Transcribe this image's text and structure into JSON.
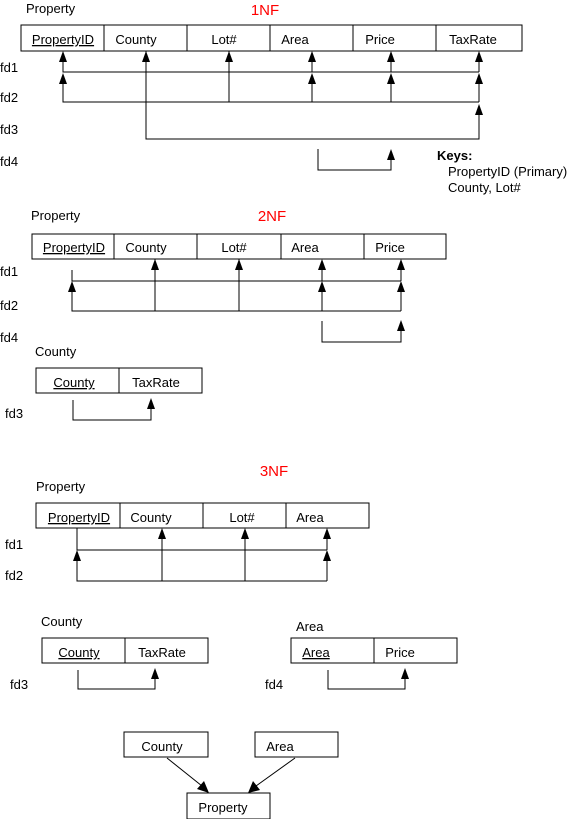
{
  "colors": {
    "normal_form_label": "#ff0000",
    "line": "#000000"
  },
  "nf1": {
    "title": "1NF",
    "table": {
      "name": "Property",
      "columns": [
        "PropertyID",
        "County",
        "Lot#",
        "Area",
        "Price",
        "TaxRate"
      ],
      "key_columns": [
        "PropertyID"
      ]
    },
    "fd_labels": [
      "fd1",
      "fd2",
      "fd3",
      "fd4"
    ],
    "keys": {
      "title": "Keys:",
      "lines": [
        "PropertyID  (Primary)",
        "County, Lot#"
      ]
    }
  },
  "nf2": {
    "title": "2NF",
    "property": {
      "name": "Property",
      "columns": [
        "PropertyID",
        "County",
        "Lot#",
        "Area",
        "Price"
      ],
      "key_columns": [
        "PropertyID"
      ]
    },
    "property_fd_labels": [
      "fd1",
      "fd2",
      "fd4"
    ],
    "county": {
      "name": "County",
      "columns": [
        "County",
        "TaxRate"
      ],
      "key_columns": [
        "County"
      ]
    },
    "county_fd_labels": [
      "fd3"
    ]
  },
  "nf3": {
    "title": "3NF",
    "property": {
      "name": "Property",
      "columns": [
        "PropertyID",
        "County",
        "Lot#",
        "Area"
      ],
      "key_columns": [
        "PropertyID"
      ]
    },
    "property_fd_labels": [
      "fd1",
      "fd2"
    ],
    "county": {
      "name": "County",
      "columns": [
        "County",
        "TaxRate"
      ],
      "key_columns": [
        "County"
      ]
    },
    "county_fd_labels": [
      "fd3"
    ],
    "area": {
      "name": "Area",
      "columns": [
        "Area",
        "Price"
      ],
      "key_columns": [
        "Area"
      ]
    },
    "area_fd_labels": [
      "fd4"
    ]
  },
  "relationships": {
    "boxes": [
      "County",
      "Area",
      "Property"
    ]
  }
}
